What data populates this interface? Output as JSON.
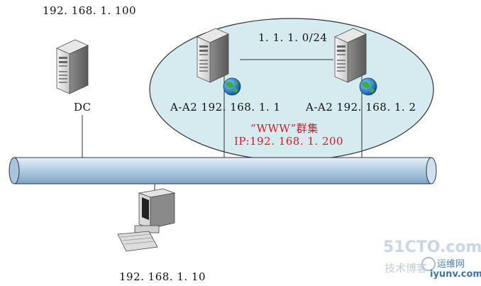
{
  "labels": {
    "dc_ip": "192. 168. 1. 100",
    "dc_name": "DC",
    "subnet": "1. 1. 1. 0/24",
    "node1": "A-A2  192. 168. 1. 1",
    "node2": "A-A2  192. 168. 1. 2",
    "cluster_name": "“WWW”群集",
    "cluster_ip": "IP:192. 168. 1. 200",
    "client_ip": "192. 168. 1. 10"
  },
  "watermark": {
    "brand": "51CTO.com",
    "tagline": "技术博客",
    "site_cn": "运维网",
    "site_url": "iyunv.com"
  },
  "icons": {
    "server": "server-tower-icon",
    "globe": "globe-icon",
    "client": "desktop-computer-icon"
  },
  "colors": {
    "cluster_fill": "#d6ebf0",
    "bus_fill": "#b4cfe4",
    "accent_red": "#e0141e",
    "line": "#333333"
  }
}
